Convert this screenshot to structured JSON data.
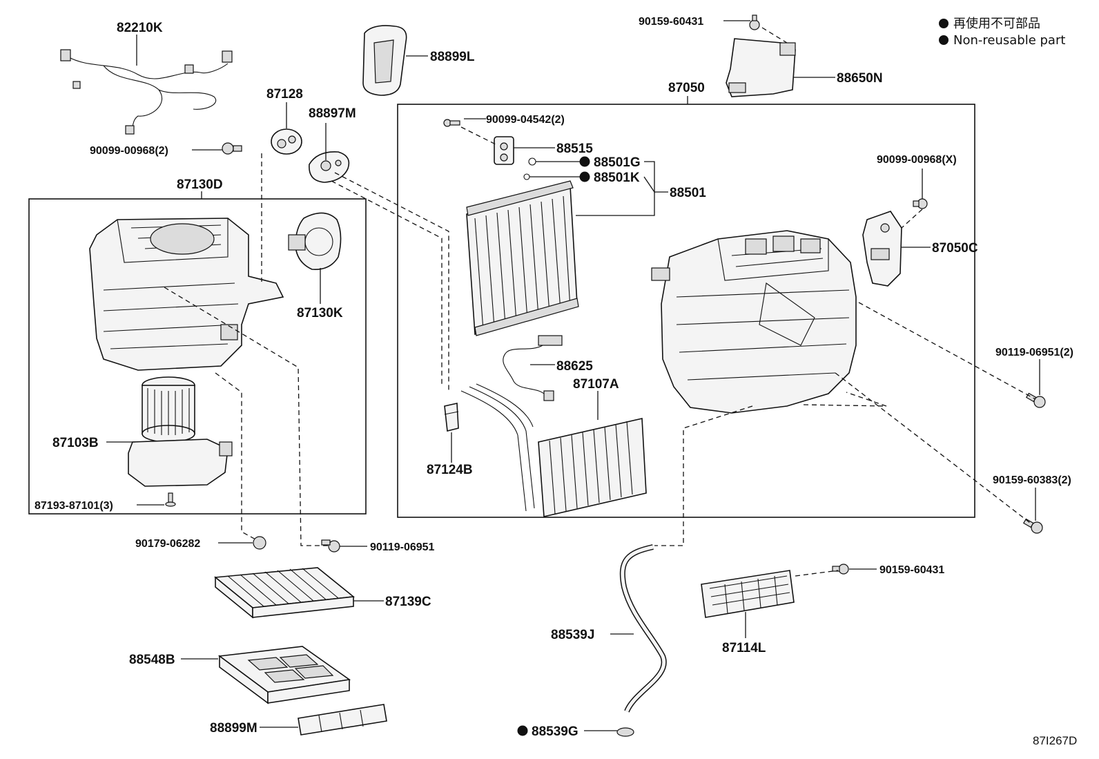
{
  "legend": {
    "jp": "再使用不可部品",
    "en": "Non-reusable part"
  },
  "figure_code": "87I267D",
  "labels": {
    "p82210K": "82210K",
    "p88899L": "88899L",
    "p90159_60431_top": "90159-60431",
    "p88650N": "88650N",
    "p87128": "87128",
    "p88897M": "88897M",
    "p87050": "87050",
    "p90099_04542": "90099-04542(2)",
    "p88515": "88515",
    "p88501G": "88501G",
    "p88501K": "88501K",
    "p88501": "88501",
    "p90099_00968X": "90099-00968(X)",
    "p87050C": "87050C",
    "p90099_00968_2": "90099-00968(2)",
    "p87130D": "87130D",
    "p87130K": "87130K",
    "p88625": "88625",
    "p87107A": "87107A",
    "p90119_06951_2": "90119-06951(2)",
    "p87103B": "87103B",
    "p87124B": "87124B",
    "p90159_60383": "90159-60383(2)",
    "p87193_87101": "87193-87101(3)",
    "p90179_06282": "90179-06282",
    "p90119_06951": "90119-06951",
    "p90159_60431_mid": "90159-60431",
    "p87139C": "87139C",
    "p88539J": "88539J",
    "p87114L": "87114L",
    "p88548B": "88548B",
    "p88899M": "88899M",
    "p88539G": "88539G"
  }
}
